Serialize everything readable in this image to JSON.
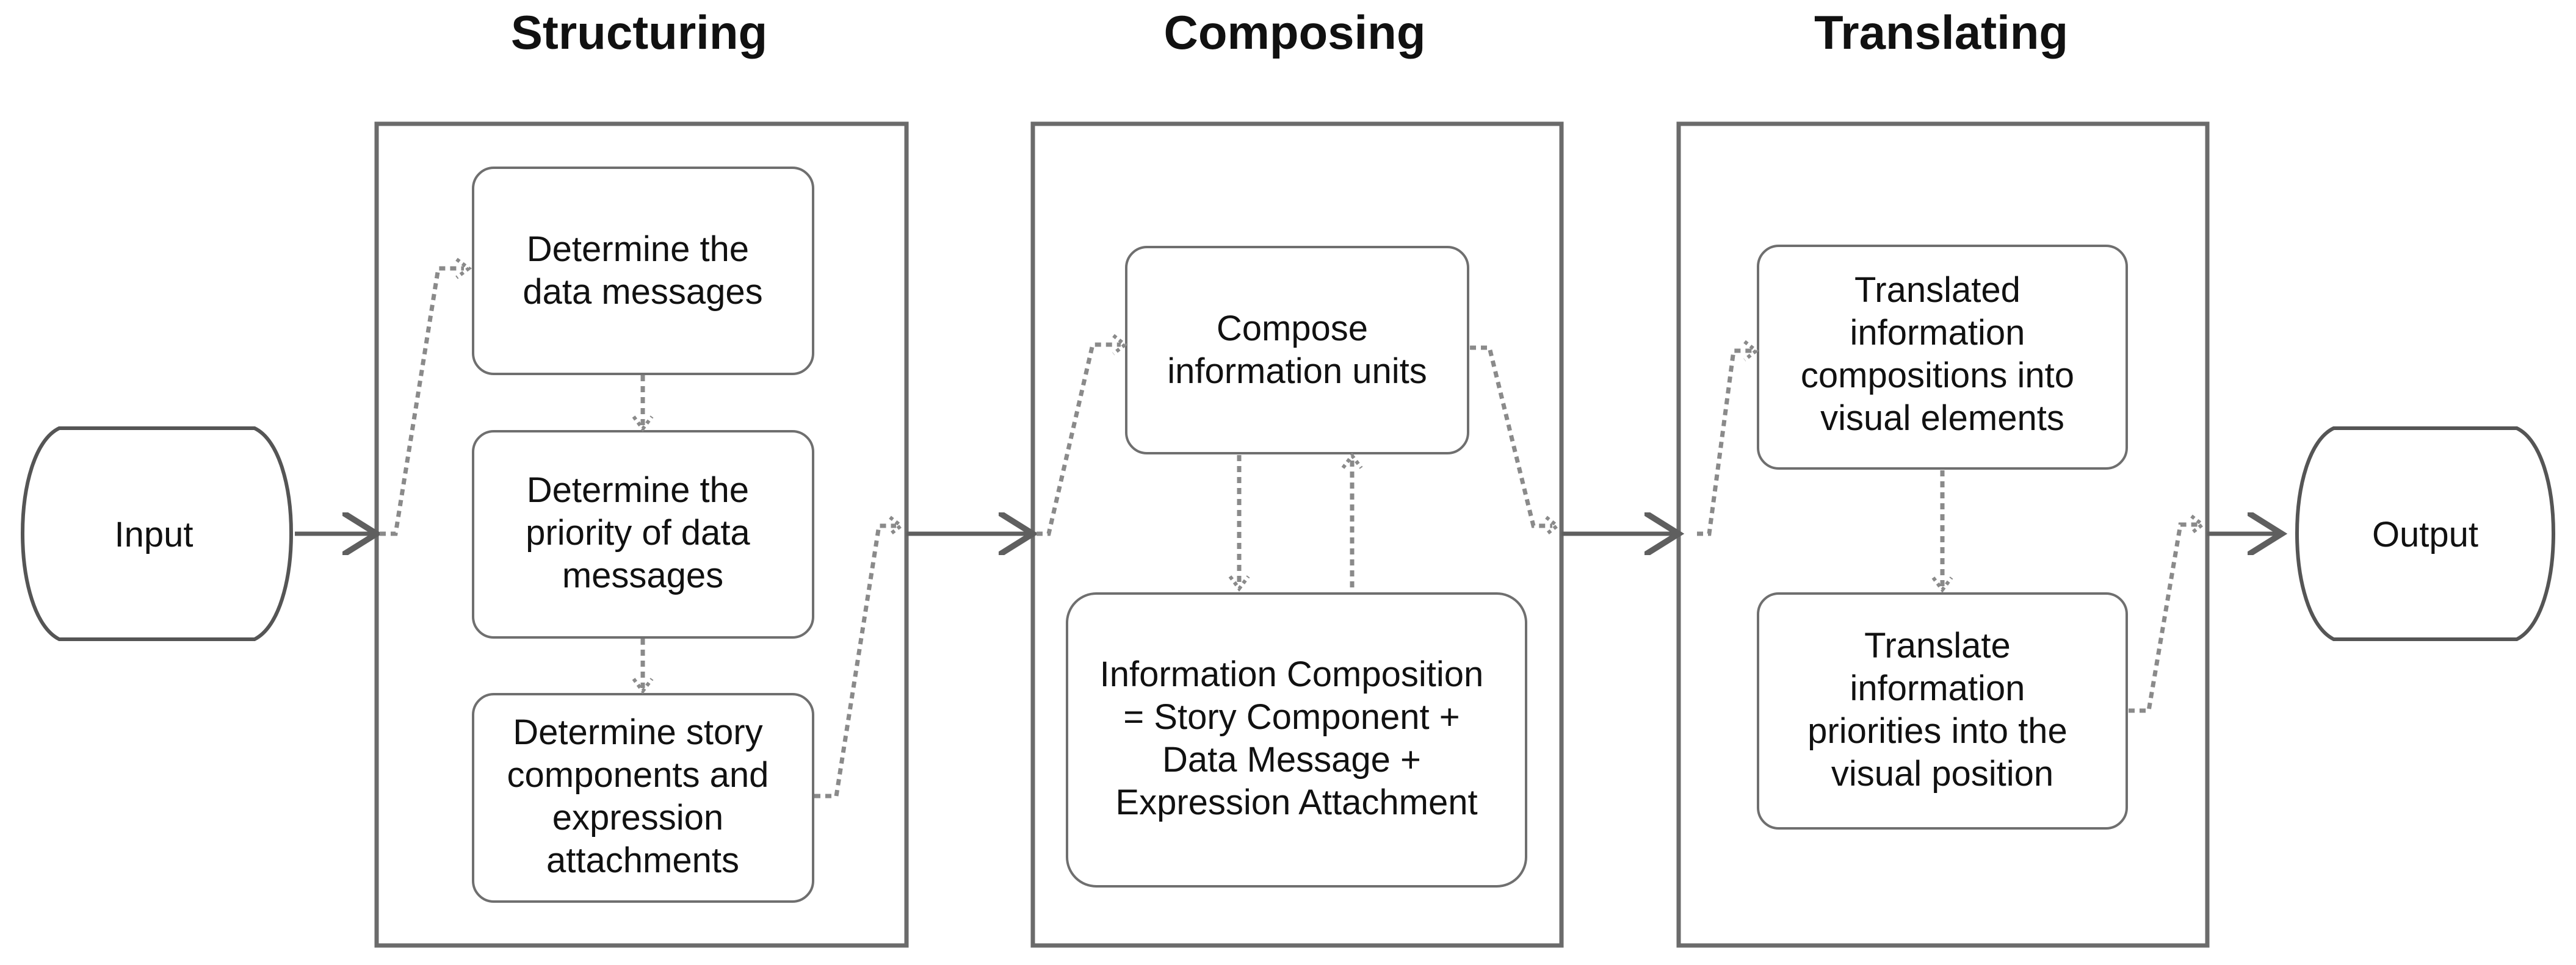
{
  "stages": {
    "structuring": {
      "title": "Structuring",
      "boxes": [
        [
          "Determine the",
          "data messages"
        ],
        [
          "Determine the",
          "priority of data",
          "messages"
        ],
        [
          "Determine story",
          "components and",
          "expression",
          "attachments"
        ]
      ]
    },
    "composing": {
      "title": "Composing",
      "boxes": [
        [
          "Compose",
          "information units"
        ],
        [
          "Information Composition",
          "= Story Component +",
          "Data Message +",
          "Expression Attachment"
        ]
      ]
    },
    "translating": {
      "title": "Translating",
      "boxes": [
        [
          "Translated",
          "information",
          "compositions  into",
          "visual elements"
        ],
        [
          "Translate",
          "information",
          "priorities into the",
          "visual position"
        ]
      ]
    }
  },
  "terminals": {
    "input": "Input",
    "output": "Output"
  },
  "colors": {
    "frame": "#6b6b6b",
    "box_border": "#6f6f6f",
    "solid_arrow": "#5f5f5f",
    "dotted_arrow": "#8a8a8a",
    "text": "#111111"
  }
}
